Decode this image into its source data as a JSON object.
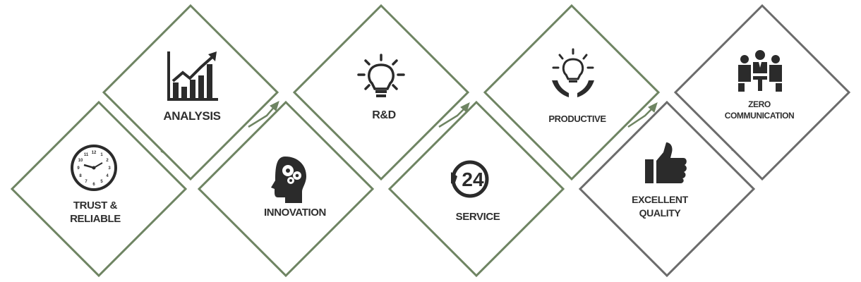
{
  "steps": [
    {
      "key": "trust",
      "lines": [
        "TRUST &",
        "RELIABLE"
      ],
      "icon": "clock-icon"
    },
    {
      "key": "analysis",
      "lines": [
        "ANALYSIS"
      ],
      "icon": "bar-chart-growth-icon"
    },
    {
      "key": "innovation",
      "lines": [
        "INNOVATION"
      ],
      "icon": "head-gears-icon"
    },
    {
      "key": "rnd",
      "lines": [
        "R&D"
      ],
      "icon": "light-bulb-icon"
    },
    {
      "key": "service",
      "lines": [
        "SERVICE"
      ],
      "icon": "24-hour-service-icon"
    },
    {
      "key": "productive",
      "lines": [
        "PRODUCTIVE"
      ],
      "icon": "hands-bulb-icon"
    },
    {
      "key": "quality",
      "lines": [
        "EXCELLENT",
        "QUALITY"
      ],
      "icon": "thumbs-up-icon"
    },
    {
      "key": "zero",
      "lines": [
        "ZERO",
        "COMMUNICATION"
      ],
      "icon": "team-meeting-icon"
    }
  ],
  "service_badge": "24",
  "colors": {
    "green": "#6e8462",
    "gray": "#6b6b6b",
    "text": "#2f2f2f",
    "icon": "#2b2b2b"
  }
}
